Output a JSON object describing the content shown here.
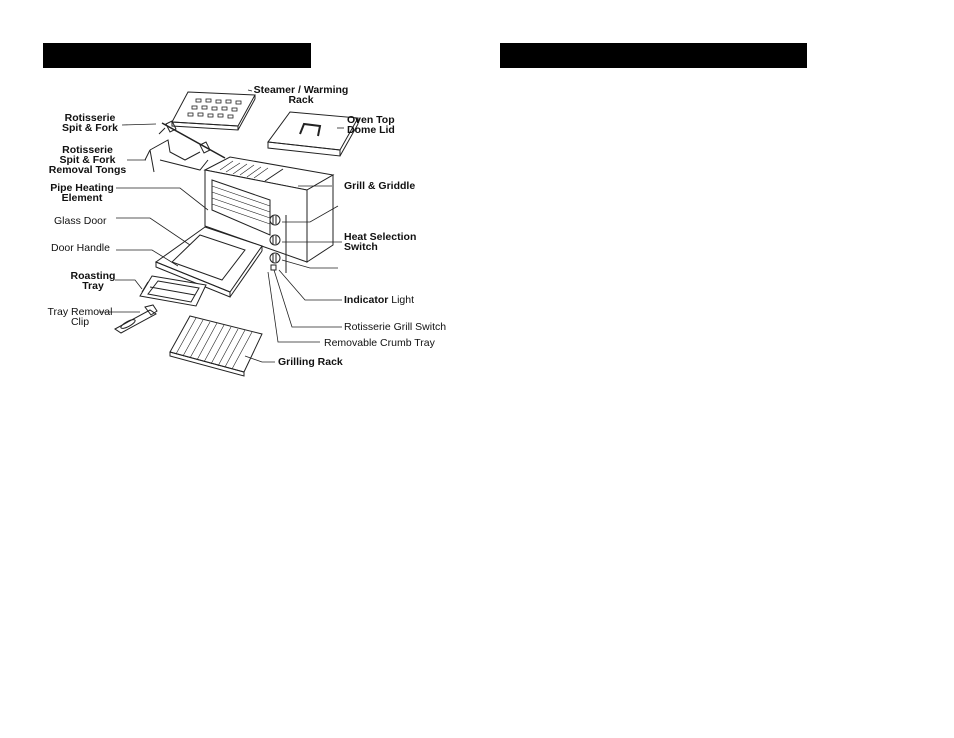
{
  "labels": {
    "steamer_warming_rack": "Steamer / Warming\nRack",
    "oven_top_dome_lid": "Oven Top\nDome Lid",
    "rotisserie_spit_fork": "Rotisserie\nSpit & Fork",
    "rotisserie_removal_tongs": "Rotisserie\nSpit & Fork\nRemoval Tongs",
    "pipe_heating_element": "Pipe Heating\nElement",
    "grill_griddle": "Grill & Griddle",
    "glass_door": "Glass Door",
    "heat_selection_switch": "Heat Selection\nSwitch",
    "door_handle": "Door Handle",
    "roasting_tray": "Roasting\nTray",
    "indicator_bold": "Indicator",
    "indicator_rest": " Light",
    "tray_removal_clip": "Tray Removal\nClip",
    "rotisserie_grill_switch": "Rotisserie Grill Switch",
    "removable_crumb_tray": "Removable Crumb Tray",
    "grilling_rack": "Grilling Rack"
  },
  "colors": {
    "header_bar": "#000000",
    "line": "#222222"
  }
}
